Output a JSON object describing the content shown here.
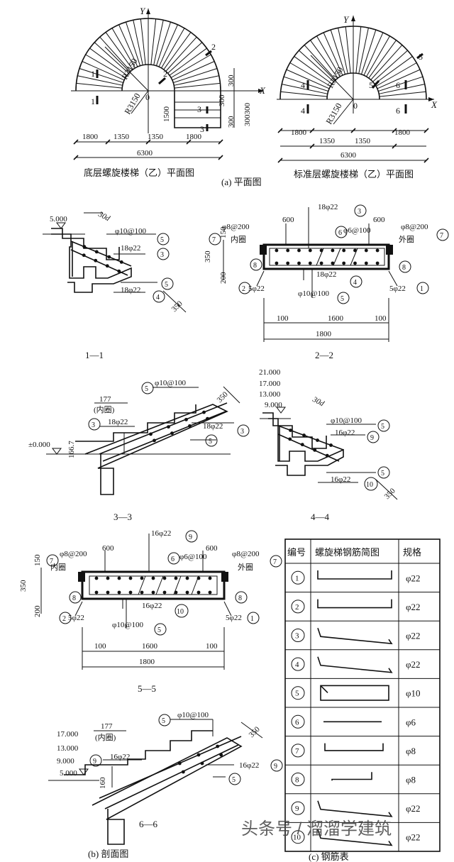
{
  "plans": {
    "ground": {
      "title": "底层螺旋楼梯（乙）平面图",
      "axis_y": "Y",
      "axis_x": "X",
      "origin": "0",
      "radius_out": "R3150",
      "radius_in": "R3150",
      "sec1a": "1",
      "sec1b": "1",
      "sec2a": "2",
      "sec2b": "2",
      "sec3a": "3",
      "sec3b": "3",
      "dims_v": [
        "300",
        "1500",
        "300",
        "300",
        "300300"
      ],
      "dims_h": [
        "1800",
        "1350",
        "1350",
        "1800"
      ],
      "total": "6300"
    },
    "standard": {
      "title": "标准层螺旋楼梯（乙）平面图",
      "axis_y": "Y",
      "axis_x": "X",
      "origin": "0",
      "radius_out": "R3150",
      "radius_in": "R3150",
      "sec4a": "4",
      "sec4b": "4",
      "sec5a": "5",
      "sec5b": "5",
      "sec6a": "6",
      "sec6b": "6",
      "dims_h": [
        "1800",
        "1350",
        "1350",
        "1800"
      ],
      "total": "6300"
    },
    "caption": "(a) 平面图"
  },
  "sections": {
    "s11": {
      "label": "1—1",
      "elev": "5.000",
      "lap": "30d",
      "r5": "φ10@100",
      "r3": "18φ22",
      "r4": "18φ22",
      "d": "350",
      "c5": "5",
      "c3": "3",
      "c4": "4",
      "c5b": "5"
    },
    "s22": {
      "label": "2—2",
      "top": "18φ22",
      "r8l": "φ8@200",
      "r8r": "φ8@200",
      "w600l": "600",
      "w600r": "600",
      "r6": "φ6@100",
      "inner": "内圈",
      "outer": "外圈",
      "h150": "150",
      "h350": "350",
      "h200": "200",
      "bot": "18φ22",
      "r2": "5φ22",
      "r1": "5φ22",
      "r5": "φ10@100",
      "w100l": "100",
      "w1600": "1600",
      "w100r": "100",
      "w1800": "1800",
      "c3": "3",
      "c6": "6",
      "c7l": "7",
      "c7r": "7",
      "c8l": "8",
      "c8r": "8",
      "c2": "2",
      "c4": "4",
      "c1": "1",
      "c5": "5"
    },
    "s33": {
      "label": "3—3",
      "elev": "±0.000",
      "w177": "177",
      "inner": "(内圈)",
      "r5": "φ10@100",
      "r3a": "18φ22",
      "r3b": "18φ22",
      "h": "166.7",
      "d": "350",
      "c5a": "5",
      "c3a": "3",
      "c3b": "3",
      "c5b": "5"
    },
    "s44": {
      "label": "4—4",
      "elevs": [
        "21.000",
        "17.000",
        "13.000",
        "9.000"
      ],
      "lap": "30d",
      "r5": "φ10@100",
      "r9": "16φ22",
      "r10": "16φ22",
      "d": "350",
      "c5a": "5",
      "c9": "9",
      "c5b": "5",
      "c10": "10"
    },
    "s55": {
      "label": "5—5",
      "top": "16φ22",
      "r8l": "φ8@200",
      "r8r": "φ8@200",
      "w600l": "600",
      "w600r": "600",
      "r6": "φ6@100",
      "inner": "内圈",
      "outer": "外圈",
      "h150": "150",
      "h350": "350",
      "h200": "200",
      "bot": "16φ22",
      "r2": "5φ22",
      "r1": "5φ22",
      "r5": "φ10@100",
      "w100l": "100",
      "w1600": "1600",
      "w100r": "100",
      "w1800": "1800",
      "c9": "9",
      "c6": "6",
      "c7l": "7",
      "c7r": "7",
      "c8l": "8",
      "c8r": "8",
      "c2": "2",
      "c10": "10",
      "c1": "1",
      "c5": "5"
    },
    "s66": {
      "label": "6—6",
      "elevs": [
        "17.000",
        "13.000",
        "9.000",
        "5.000"
      ],
      "w177": "177",
      "inner": "(内圈)",
      "r5": "φ10@100",
      "r9a": "16φ22",
      "r9b": "16φ22",
      "h": "160",
      "d": "350",
      "c5a": "5",
      "c9a": "9",
      "c9b": "9",
      "c5b": "5"
    },
    "caption": "(b) 剖面图"
  },
  "rebar_table": {
    "headers": [
      "编号",
      "螺旋梯钢筋简图",
      "规格"
    ],
    "rows": [
      {
        "no": "1",
        "spec": "φ22"
      },
      {
        "no": "2",
        "spec": "φ22"
      },
      {
        "no": "3",
        "spec": "φ22"
      },
      {
        "no": "4",
        "spec": "φ22"
      },
      {
        "no": "5",
        "spec": "φ10"
      },
      {
        "no": "6",
        "spec": "φ6"
      },
      {
        "no": "7",
        "spec": "φ8"
      },
      {
        "no": "8",
        "spec": "φ8"
      },
      {
        "no": "9",
        "spec": "φ22"
      },
      {
        "no": "10",
        "spec": "φ22"
      }
    ],
    "caption": "(c) 钢筋表"
  },
  "watermark": "头条号 / 溜溜学建筑"
}
